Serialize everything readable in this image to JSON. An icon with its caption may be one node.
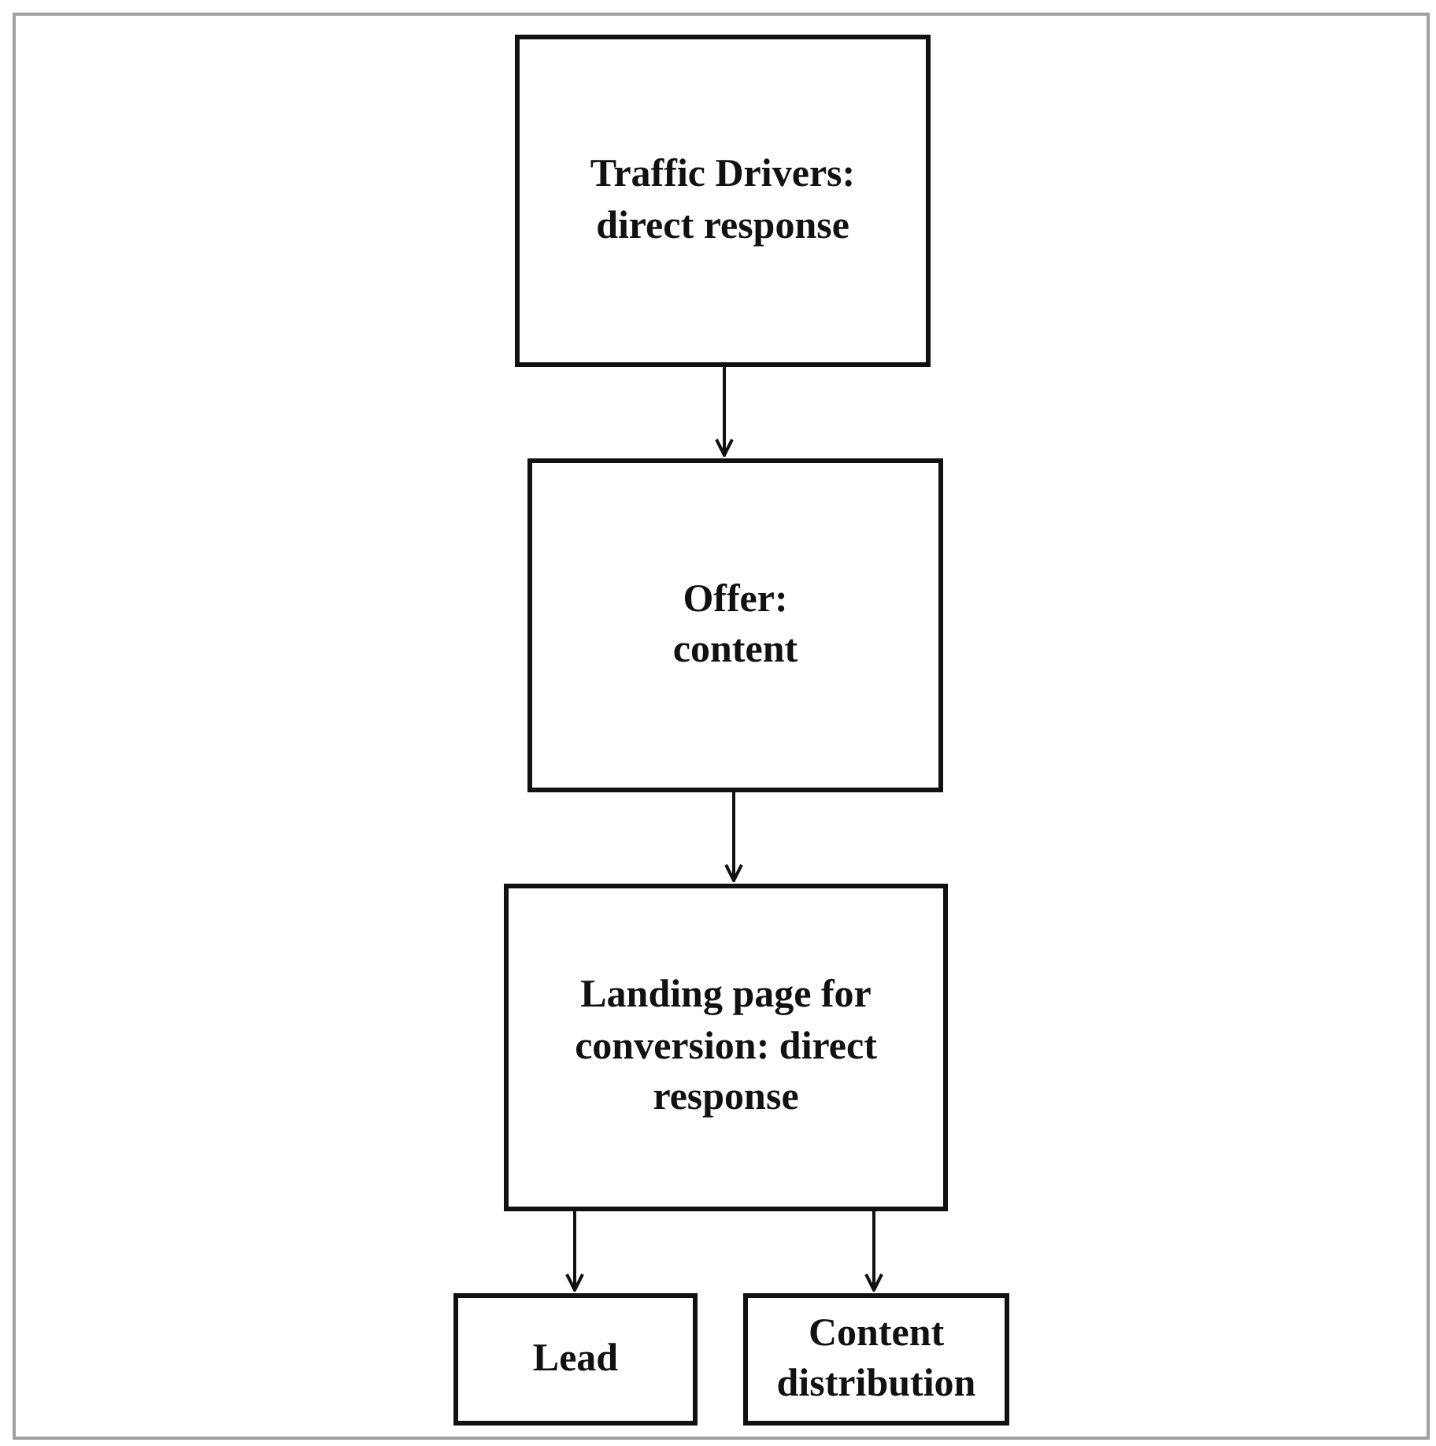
{
  "diagram": {
    "nodes": [
      {
        "text": [
          "Traffic Drivers: direct response"
        ]
      },
      {
        "text": [
          "Offer: content"
        ]
      },
      {
        "text": [
          "Landing page for conversion: direct response"
        ]
      },
      {
        "text": [
          "Lead"
        ]
      },
      {
        "text": [
          "Content distribution"
        ]
      }
    ],
    "edges": [
      {
        "from": 0,
        "to": 1,
        "arrow": "to"
      },
      {
        "from": 1,
        "to": 2,
        "arrow": "to"
      },
      {
        "from": 2,
        "to": 3,
        "arrow": "to"
      },
      {
        "from": 2,
        "to": 4,
        "arrow": "to"
      }
    ]
  }
}
